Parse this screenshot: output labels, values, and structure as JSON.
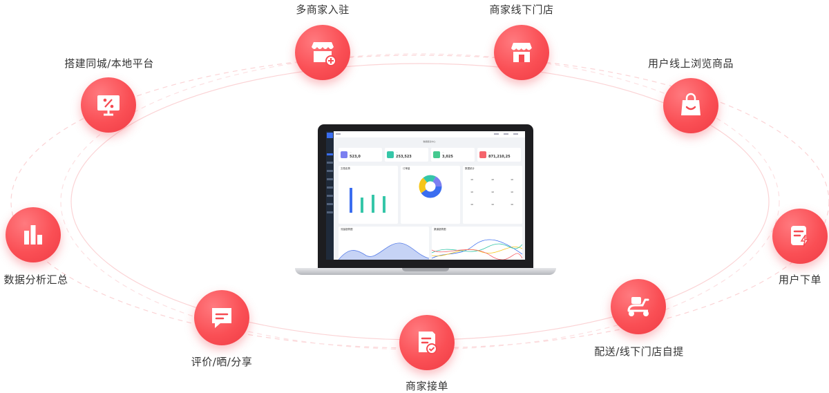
{
  "features": [
    {
      "key": "merchants-join",
      "label": "多商家入驻",
      "icon": "shop-plus-icon"
    },
    {
      "key": "offline-store",
      "label": "商家线下门店",
      "icon": "storefront-icon"
    },
    {
      "key": "browse-goods",
      "label": "用户线上浏览商品",
      "icon": "shopping-bag-icon"
    },
    {
      "key": "user-order",
      "label": "用户下单",
      "icon": "order-flash-icon"
    },
    {
      "key": "delivery-pickup",
      "label": "配送/线下门店自提",
      "icon": "scooter-icon"
    },
    {
      "key": "merchant-accept",
      "label": "商家接单",
      "icon": "order-check-icon"
    },
    {
      "key": "review-share",
      "label": "评价/晒/分享",
      "icon": "chat-bubble-icon"
    },
    {
      "key": "data-analysis",
      "label": "数据分析汇总",
      "icon": "bar-chart-icon"
    },
    {
      "key": "city-platform",
      "label": "搭建同城/本地平台",
      "icon": "discount-monitor-icon"
    }
  ],
  "colors": {
    "accent": "#f54a51",
    "ring": "#fbc9cc"
  },
  "dashboard": {
    "title": "数据报表中心",
    "stats": [
      {
        "value": "523,0",
        "color": "#7b7ff0"
      },
      {
        "value": "253,523",
        "color": "#35c6a8"
      },
      {
        "value": "3,025",
        "color": "#44c98f"
      },
      {
        "value": "871,210,25",
        "color": "#f5646c"
      }
    ],
    "panel_titles": [
      "交易走势",
      "订单量",
      "数据统计",
      "流量趋势图",
      "渠道趋势图"
    ],
    "grid_values": [
      "10",
      "10",
      "10",
      "10",
      "10",
      "10",
      "10",
      "10",
      "10"
    ]
  }
}
